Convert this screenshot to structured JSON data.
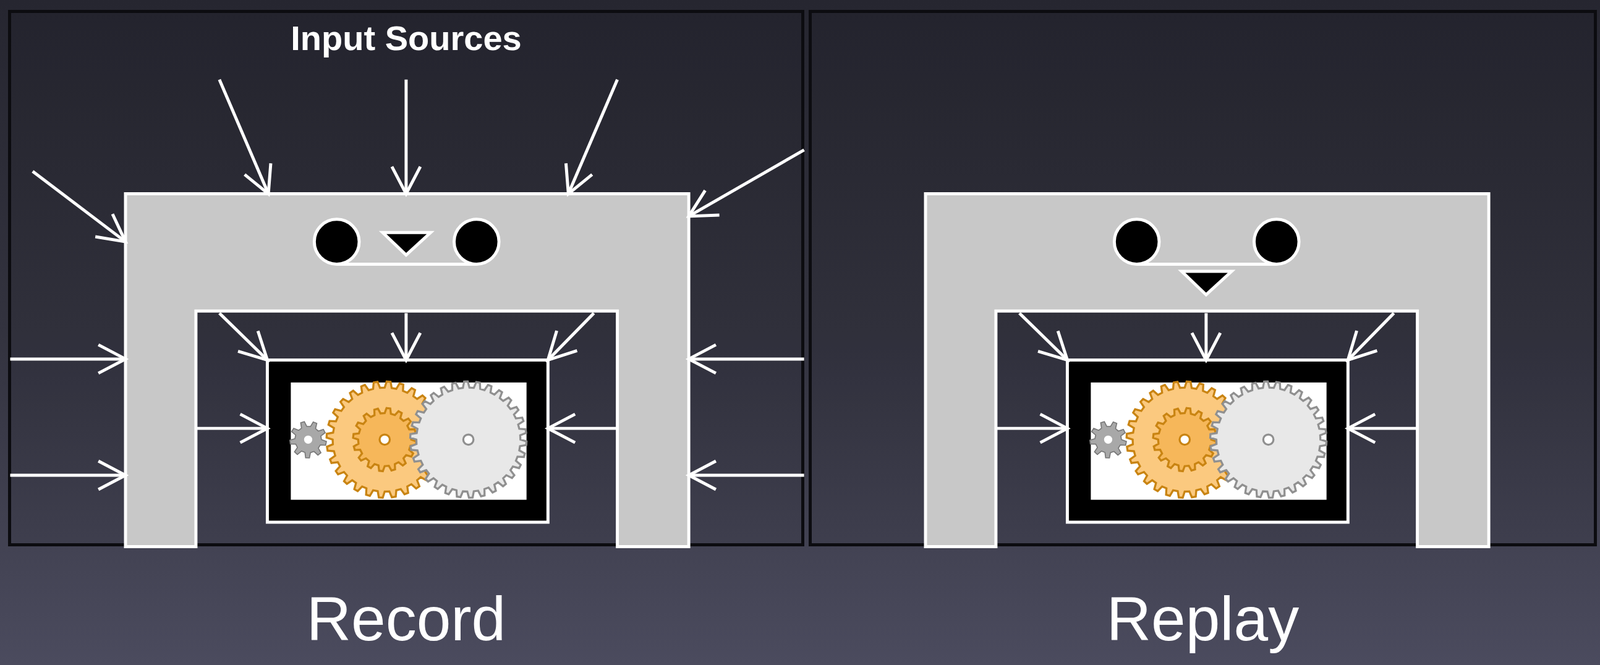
{
  "diagram": {
    "nodes": [
      {
        "text": [
          "Record"
        ]
      },
      {
        "text": [
          "Replay"
        ]
      }
    ],
    "labels": [
      "Input Sources"
    ]
  }
}
